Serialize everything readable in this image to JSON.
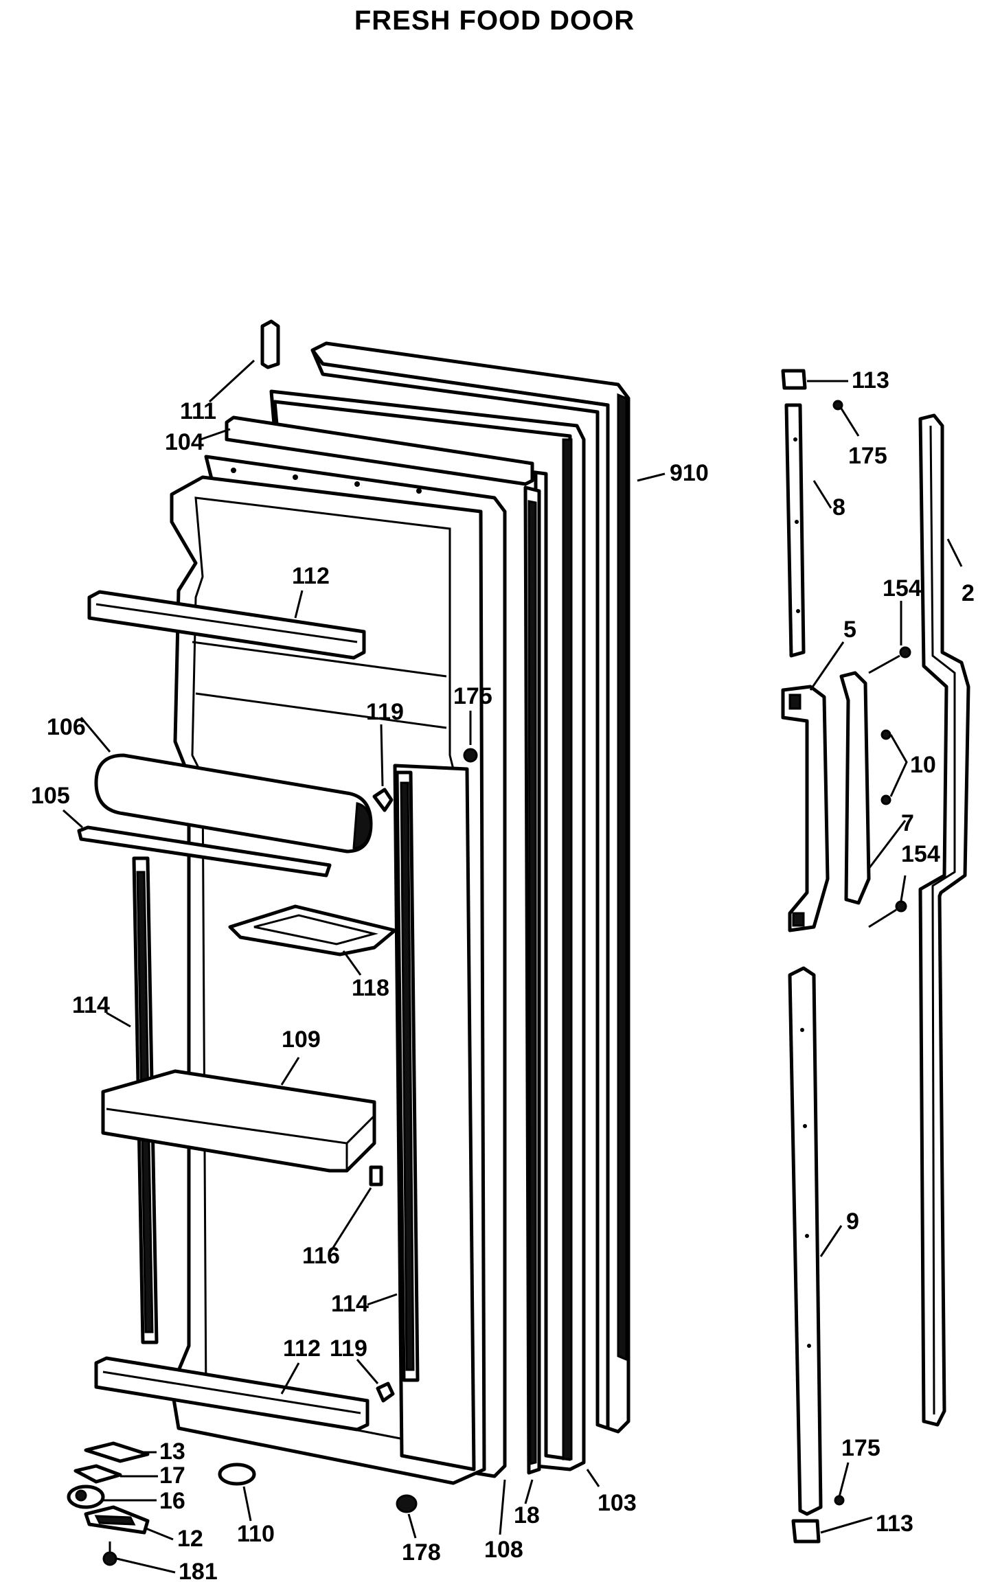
{
  "title": "FRESH FOOD DOOR",
  "labels": {
    "p111": "111",
    "p104": "104",
    "p910": "910",
    "p112_top": "112",
    "p175_mid": "175",
    "p119_top": "119",
    "p106": "106",
    "p105": "105",
    "p118": "118",
    "p114_left": "114",
    "p109": "109",
    "p116": "116",
    "p114_right": "114",
    "p112_bottom": "112",
    "p119_bottom": "119",
    "p13": "13",
    "p17": "17",
    "p16": "16",
    "p12": "12",
    "p181": "181",
    "p110": "110",
    "p178": "178",
    "p108": "108",
    "p18": "18",
    "p103": "103",
    "p113_top": "113",
    "p175_top": "175",
    "p8": "8",
    "p2": "2",
    "p154_top": "154",
    "p5": "5",
    "p10": "10",
    "p7": "7",
    "p154_bottom": "154",
    "p9": "9",
    "p175_bottom": "175",
    "p113_bottom": "113"
  }
}
